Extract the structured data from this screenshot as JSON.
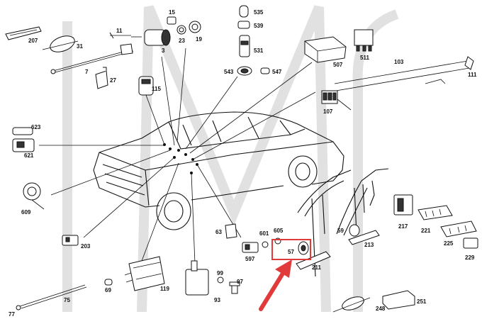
{
  "colors": {
    "highlight": "#e03a3a",
    "arrow": "#e03a3a",
    "ink": "#111111",
    "watermark": "#c8c8c8"
  },
  "highlighted_part": "57",
  "part_labels": {
    "p15": "15",
    "p535": "535",
    "p539": "539",
    "p11": "11",
    "p207": "207",
    "p31": "31",
    "p23": "23",
    "p19": "19",
    "p3": "3",
    "p507": "507",
    "p511": "511",
    "p531": "531",
    "p7": "7",
    "p27": "27",
    "p543": "543",
    "p547": "547",
    "p103": "103",
    "p111": "111",
    "p115": "115",
    "p107": "107",
    "p623": "623",
    "p621": "621",
    "p609": "609",
    "p203": "203",
    "p63": "63",
    "p601": "601",
    "p605": "605",
    "p597": "597",
    "p57": "57",
    "p59": "59",
    "p213": "213",
    "p217": "217",
    "p221": "221",
    "p225": "225",
    "p229": "229",
    "p211": "211",
    "p119": "119",
    "p99": "99",
    "p97": "97",
    "p93": "93",
    "p69": "69",
    "p75": "75",
    "p77": "77",
    "p248": "248",
    "p251": "251"
  }
}
